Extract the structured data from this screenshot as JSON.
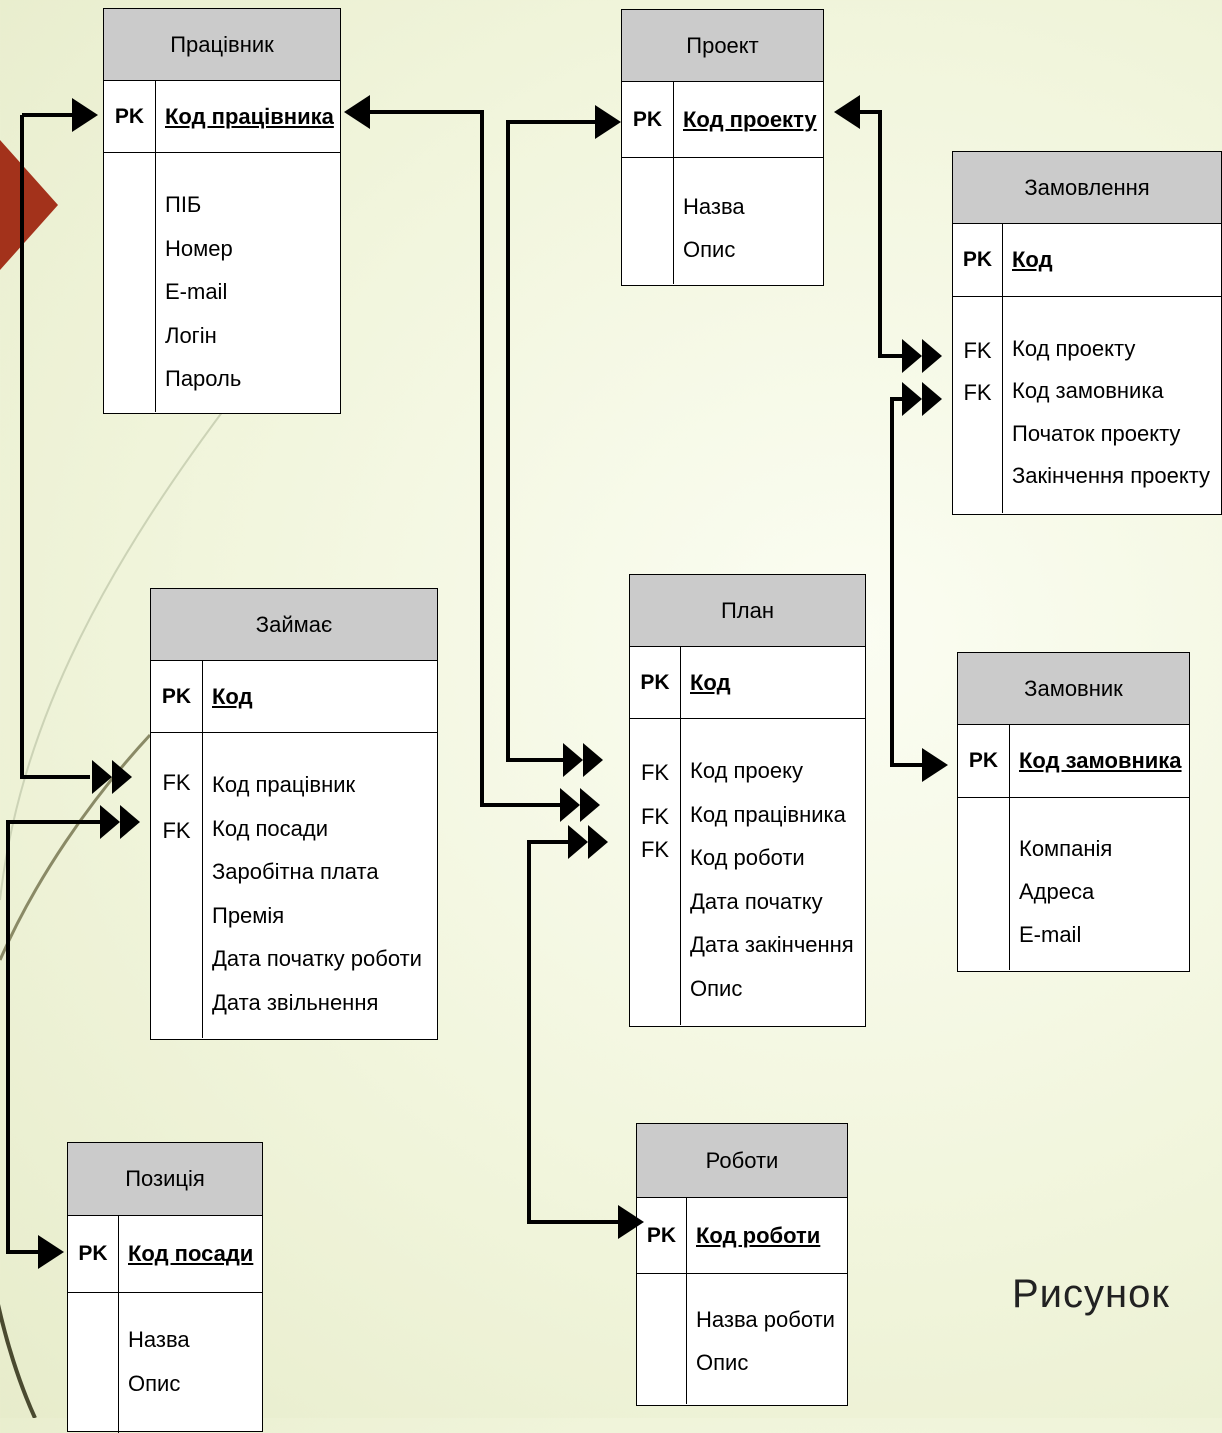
{
  "entities": {
    "pracivnyk": {
      "title": "Працівник",
      "pk_label": "PK",
      "pk": "Код працівника",
      "fks": [],
      "attrs": [
        "ПІБ",
        "Номер",
        "E-mail",
        "Логін",
        "Пароль"
      ]
    },
    "proekt": {
      "title": "Проект",
      "pk_label": "PK",
      "pk": "Код проекту",
      "fks": [],
      "attrs": [
        "Назва",
        "Опис"
      ]
    },
    "zamovlennia": {
      "title": "Замовлення",
      "pk_label": "PK",
      "pk": "Код",
      "fks": [
        "FK",
        "FK"
      ],
      "attrs": [
        "Код проекту",
        "Код замовника",
        "Початок проекту",
        "Закінчення проекту"
      ]
    },
    "zaimaie": {
      "title": "Займає",
      "pk_label": "PK",
      "pk": "Код",
      "fks": [
        "FK",
        "FK"
      ],
      "attrs": [
        "Код працівник",
        "Код посади",
        "Заробітна плата",
        "Премія",
        "Дата початку роботи",
        "Дата звільнення"
      ]
    },
    "plan": {
      "title": "План",
      "pk_label": "PK",
      "pk": "Код",
      "fks": [
        "FK",
        "FK",
        "FK"
      ],
      "attrs": [
        "Код проеку",
        "Код працівника",
        "Код роботи",
        "Дата початку",
        "Дата закінчення",
        "Опис"
      ]
    },
    "zamovnyk": {
      "title": "Замовник",
      "pk_label": "PK",
      "pk": "Код замовника",
      "fks": [],
      "attrs": [
        "Компанія",
        "Адреса",
        "E-mail"
      ]
    },
    "pozytsiia": {
      "title": "Позиція",
      "pk_label": "PK",
      "pk": "Код посади",
      "fks": [],
      "attrs": [
        "Назва",
        "Опис"
      ]
    },
    "roboty": {
      "title": "Роботи",
      "pk_label": "PK",
      "pk": "Код роботи",
      "fks": [],
      "attrs": [
        "Назва роботи",
        "Опис"
      ]
    }
  },
  "caption": "Рисунок",
  "colors": {
    "header": "#cbcbcb",
    "accent": "#a3321b",
    "line": "#000000"
  }
}
